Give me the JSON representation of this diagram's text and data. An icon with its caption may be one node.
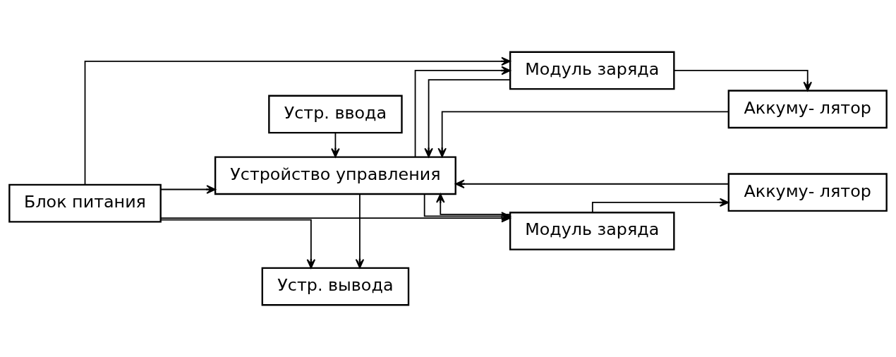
{
  "diagram": {
    "nodes": [
      {
        "text": [
          "Блок питания"
        ]
      },
      {
        "text": [
          "Устр. вывода"
        ]
      },
      {
        "text": [
          "Устройство управления"
        ]
      },
      {
        "text": [
          "Устр. ввода"
        ]
      },
      {
        "text": [
          "Модуль заряда"
        ]
      },
      {
        "text": [
          "Аккуму- лятор"
        ]
      },
      {
        "text": [
          "Модуль заряда"
        ]
      },
      {
        "text": [
          "Аккуму- лятор"
        ]
      }
    ],
    "edges": [
      {
        "from": 0,
        "to": 4,
        "arrow": "to"
      },
      {
        "from": 0,
        "to": 1,
        "arrow": "to"
      },
      {
        "from": 0,
        "to": 2,
        "arrow": "to"
      },
      {
        "from": 0,
        "to": 6,
        "arrow": "to"
      },
      {
        "from": 2,
        "to": 1,
        "arrow": "to"
      },
      {
        "from": 3,
        "to": 2,
        "arrow": "to"
      },
      {
        "from": 4,
        "to": 5,
        "arrow": "to"
      },
      {
        "from": 4,
        "to": 2,
        "arrow": "to"
      },
      {
        "from": 2,
        "to": 4,
        "arrow": "to"
      },
      {
        "from": 5,
        "to": 2,
        "arrow": "to"
      },
      {
        "from": 7,
        "to": 2,
        "arrow": "to"
      },
      {
        "from": 6,
        "to": 2,
        "arrow": "to"
      },
      {
        "from": 2,
        "to": 6,
        "arrow": "to"
      },
      {
        "from": 6,
        "to": 7,
        "arrow": "to"
      }
    ]
  }
}
